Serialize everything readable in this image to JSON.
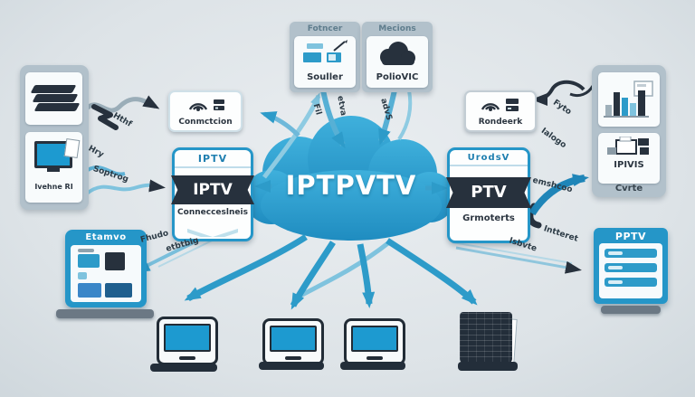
{
  "left_panel": {
    "device_label": "Ivehne RI"
  },
  "connection_box": {
    "label": "Conmctcion"
  },
  "iptv_left": {
    "header": "IPTV",
    "banner": "IPTV",
    "subtitle": "Connecceslneis"
  },
  "cloud": {
    "label": "IPTPVTV"
  },
  "top_box_sources": {
    "header": "Fotncer",
    "label": "Souller"
  },
  "top_box_services": {
    "header": "Mecions",
    "label": "PolioVIC"
  },
  "router_box": {
    "label": "Rondeerk"
  },
  "iptv_right": {
    "header": "UrodsV",
    "banner": "PTV",
    "subtitle": "Grmoterts"
  },
  "right_panel": {
    "devices_label": "IPIVIS",
    "caption": "Cvrte"
  },
  "screen_left": {
    "header": "Etamvo"
  },
  "screen_right": {
    "header": "PPTV"
  },
  "arrow_labels": {
    "hthf": "Hthf",
    "hry": "Hry",
    "soptrog": "Soptrog",
    "fhudo": "Fhudo",
    "etbtbig": "etbtbig",
    "fil": "Fil",
    "etva": "etva",
    "advs": "advS",
    "fyto": "Fyto",
    "ialogo": "Ialogo",
    "emshcoo": "emshcoo",
    "isbvte": "Isbvte",
    "intteret": "Intteret"
  },
  "colors": {
    "accent": "#2596c8",
    "cloud": "#2fa2d6",
    "dark": "#27313d"
  }
}
